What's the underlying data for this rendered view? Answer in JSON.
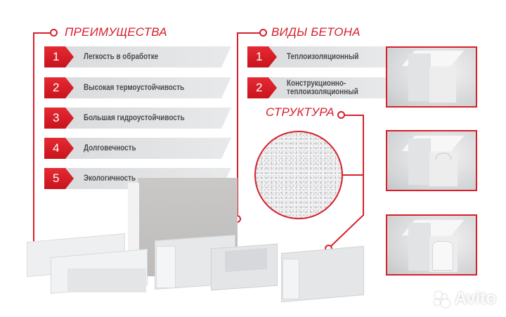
{
  "advantages": {
    "title": "ПРЕИМУЩЕСТВА",
    "items": [
      {
        "num": "1",
        "label": "Легкость в обработке"
      },
      {
        "num": "2",
        "label": "Высокая термоустойчивость"
      },
      {
        "num": "3",
        "label": "Большая гидроустойчивость"
      },
      {
        "num": "4",
        "label": "Долговечность"
      },
      {
        "num": "5",
        "label": "Экологичность"
      }
    ]
  },
  "concrete_types": {
    "title": "ВИДЫ БЕТОНА",
    "items": [
      {
        "num": "1",
        "label": "Теплоизоляционный"
      },
      {
        "num": "2",
        "label": "Конструкционно-\nтеплоизоляционный"
      }
    ]
  },
  "structure": {
    "title": "СТРУКТУРА"
  },
  "watermark": "Avito",
  "colors": {
    "accent": "#d7202b",
    "bar": "#e0e1e3",
    "text": "#4a4b4d"
  }
}
